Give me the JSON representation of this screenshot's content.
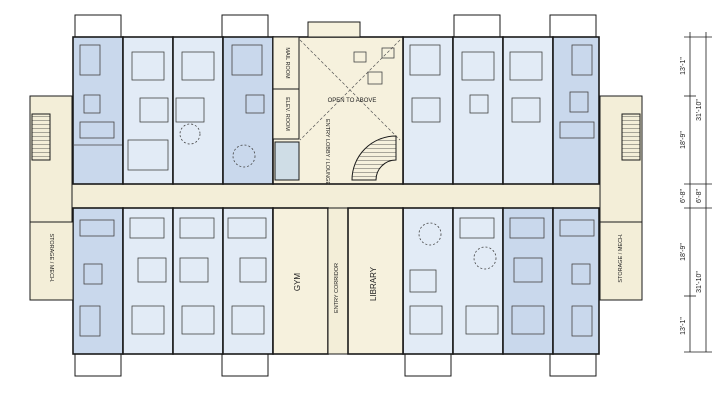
{
  "colors": {
    "unit_fill": "#c9d8ec",
    "unit_light": "#e2ebf6",
    "amenity_fill": "#f6f1dd",
    "corridor_fill": "#f3eed8",
    "wall": "#1a1a1a",
    "glass": "#cfdde6"
  },
  "rooms": {
    "mail_room": "MAIL ROOM",
    "elev_room": "ELEV. ROOM",
    "open_to_above": "OPEN TO ABOVE",
    "entry_lobby": "ENTRY LOBBY / LOUNGE",
    "gym": "GYM",
    "entry_corridor": "ENTRY CORRIDOR",
    "library": "LIBRARY",
    "storage_left": "STORAGE / MECH.",
    "storage_right": "STORAGE / MECH."
  },
  "dimensions": {
    "outer": [
      "13'-1\"",
      "18'-9\"",
      "6'-8\"",
      "18'-9\"",
      "13'-1\""
    ],
    "inner": [
      "31'-10\"",
      "6'-8\"",
      "31'-10\""
    ]
  }
}
